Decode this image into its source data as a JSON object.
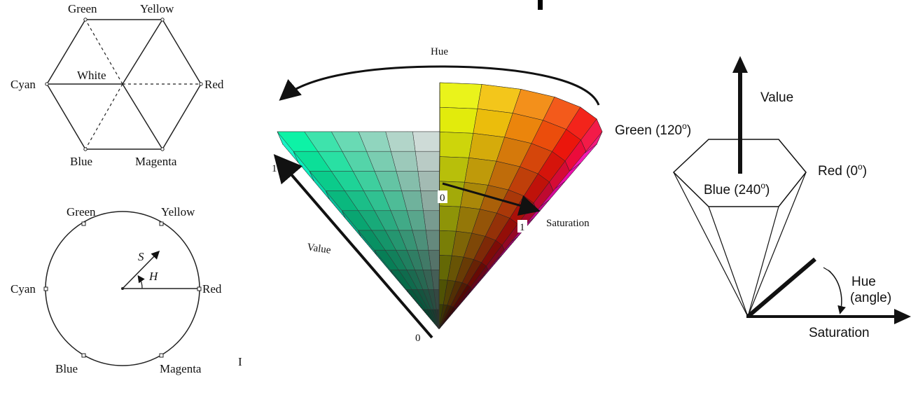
{
  "hexagon": {
    "green": "Green",
    "yellow": "Yellow",
    "cyan": "Cyan",
    "white": "White",
    "red": "Red",
    "blue": "Blue",
    "magenta": "Magenta"
  },
  "circle": {
    "green": "Green",
    "yellow": "Yellow",
    "cyan": "Cyan",
    "red": "Red",
    "blue": "Blue",
    "magenta": "Magenta",
    "s": "S",
    "h": "H",
    "stray_mark": "I"
  },
  "cone": {
    "hue": "Hue",
    "value": "Value",
    "saturation": "Saturation",
    "one_left": "1",
    "zero_bottom": "0",
    "zero_center": "0",
    "one_right": "1"
  },
  "hexcone": {
    "value": "Value",
    "green": "Green (120",
    "green_close": ")",
    "red": "Red (0",
    "red_close": ")",
    "blue": "Blue (240",
    "blue_close": ")",
    "degree": "o",
    "hue": "Hue",
    "angle": "(angle)",
    "saturation": "Saturation"
  },
  "colors": {
    "red": "#ff2020",
    "yellow": "#ffff40",
    "green": "#40ff40",
    "cyan": "#40ffff",
    "blue": "#4040ff",
    "magenta": "#ff40ff"
  }
}
